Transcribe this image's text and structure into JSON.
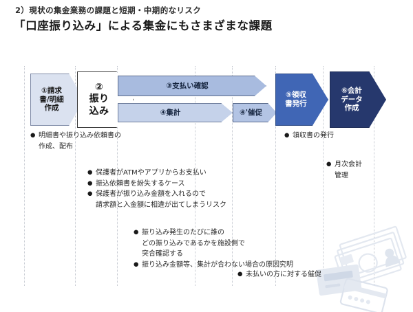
{
  "header": {
    "subtitle": "2）現状の集金業務の課題と短期・中期的なリスク",
    "title": "「口座振り込み」による集金にもさまざまな課題"
  },
  "colors": {
    "step1_fill": "#dbe2f0",
    "step2_fill": "#ffffff",
    "step3_fill": "#a8bbdf",
    "step4_fill": "#c5d2ea",
    "step4d_fill": "#b3c4e4",
    "step5_fill": "#4066b5",
    "step6_fill": "#26386d",
    "text_dark": "#231f20",
    "guide_line": "#c3c7cf",
    "watermark": "#e8ecf3"
  },
  "flow": {
    "steps": [
      {
        "id": "step1",
        "label": "①請求\n書/明細\n作成"
      },
      {
        "id": "step2",
        "label": "②\n振り\n込み"
      },
      {
        "id": "step3",
        "label": "③支払い確認"
      },
      {
        "id": "step4",
        "label": "④集計"
      },
      {
        "id": "step4d",
        "label": "④'催促"
      },
      {
        "id": "step5",
        "label": "⑤領収\n書発行"
      },
      {
        "id": "step6",
        "label": "⑥会計\nデータ\n作成"
      }
    ]
  },
  "notes": {
    "note1": [
      "明細書や振り込み依頼書の",
      "作成、配布"
    ],
    "note2": [
      "保護者がATMやアプリからお支払い",
      "振込依頼書を紛失するケース",
      "保護者が振り込み金額を入れるので",
      "請求額と入金額に相違が出てしまうリスク"
    ],
    "note3": [
      "振り込み発生のたびに誰の",
      "どの振り込みであるかを施設側で",
      "突合確認する",
      "振り込み金額等、集計が合わない場合の原因究明"
    ],
    "note4": [
      "未払いの方に対する催促"
    ],
    "note5": [
      "領収書の発行"
    ],
    "note6": [
      "月次会計",
      "管理"
    ]
  },
  "watermark": {
    "name": "banknotes-and-card-illustration"
  }
}
